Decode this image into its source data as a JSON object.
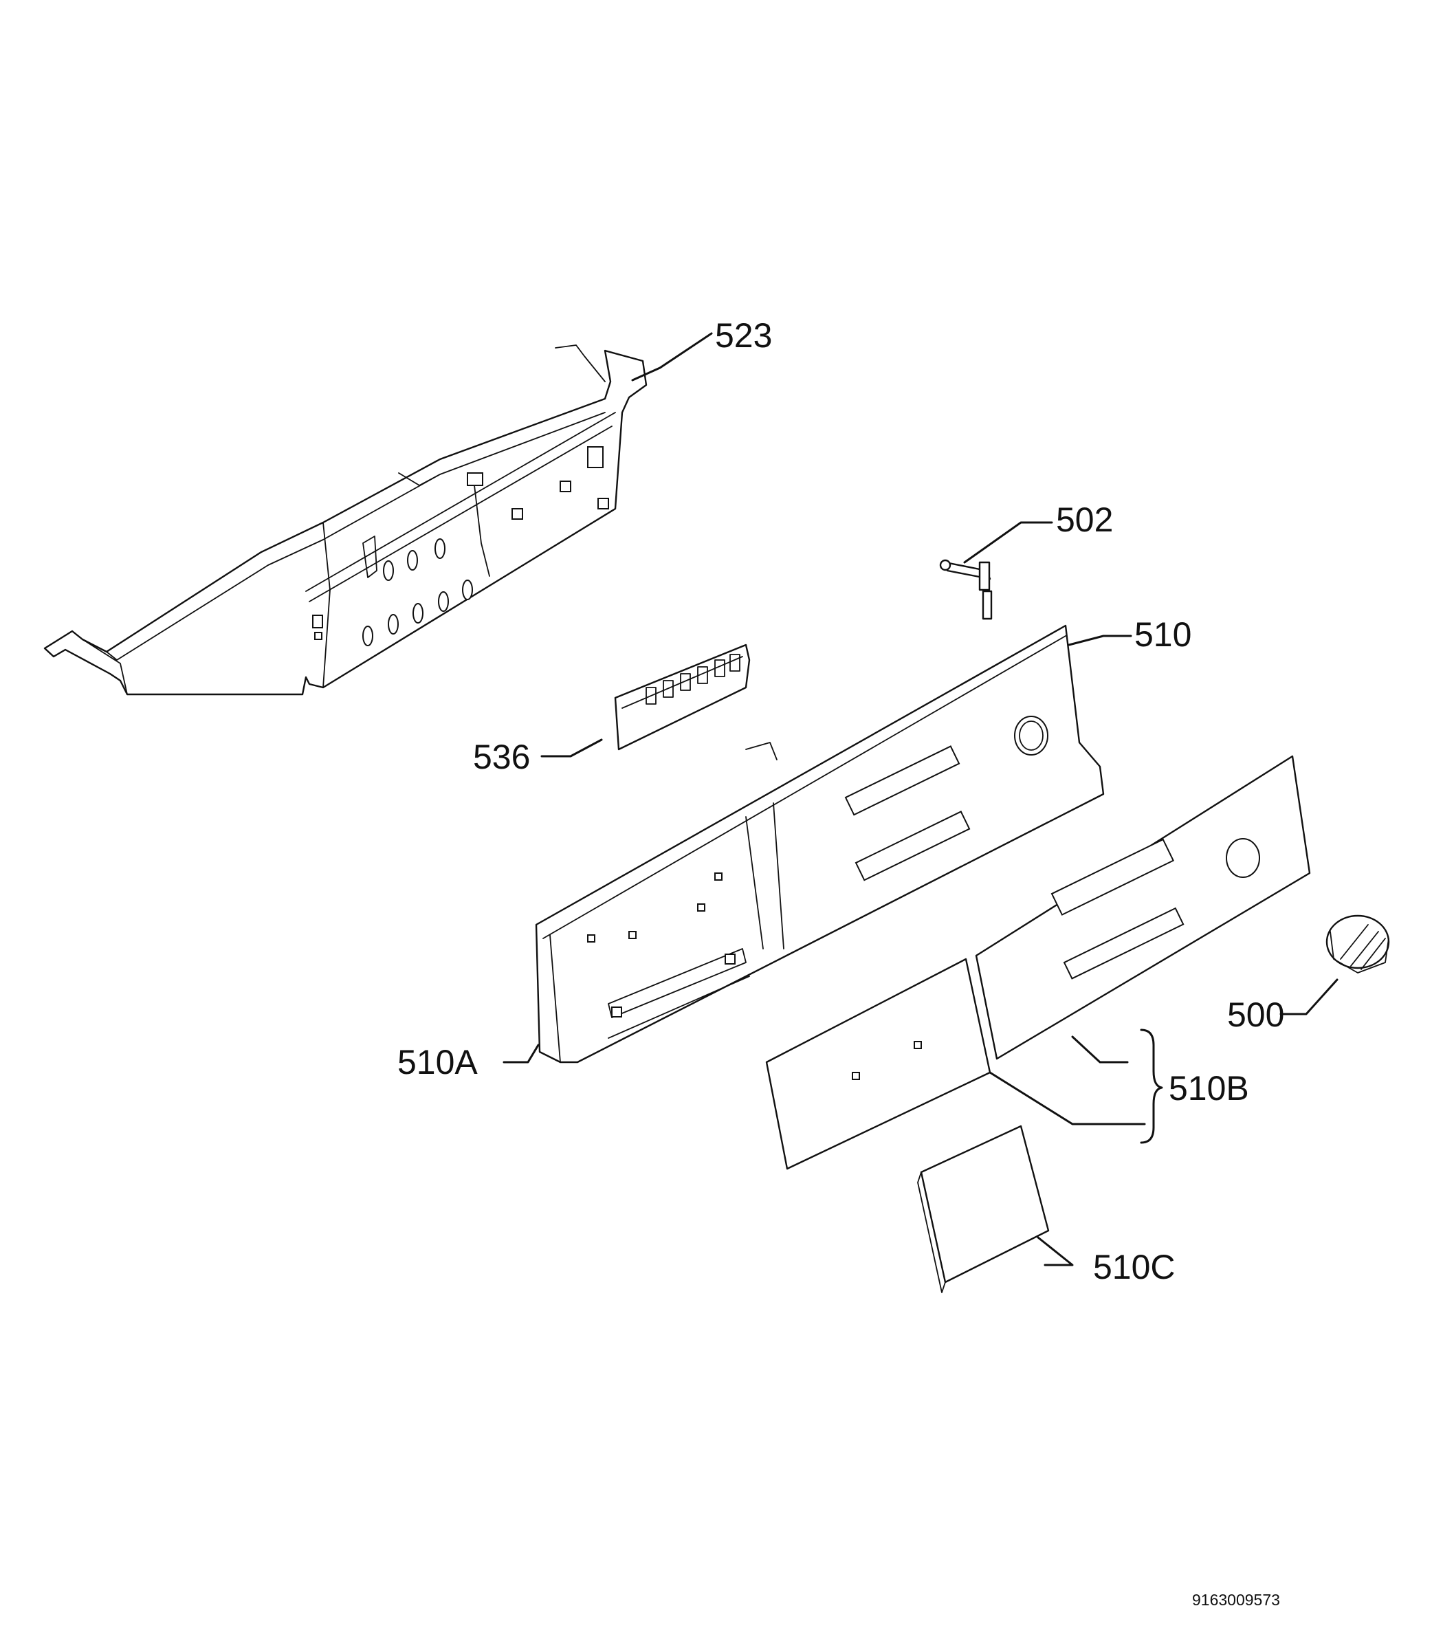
{
  "diagram": {
    "callouts": {
      "p523": "523",
      "p502": "502",
      "p510": "510",
      "p536": "536",
      "p510A": "510A",
      "p510B": "510B",
      "p510C": "510C",
      "p500": "500"
    },
    "document_number": "9163009573"
  }
}
